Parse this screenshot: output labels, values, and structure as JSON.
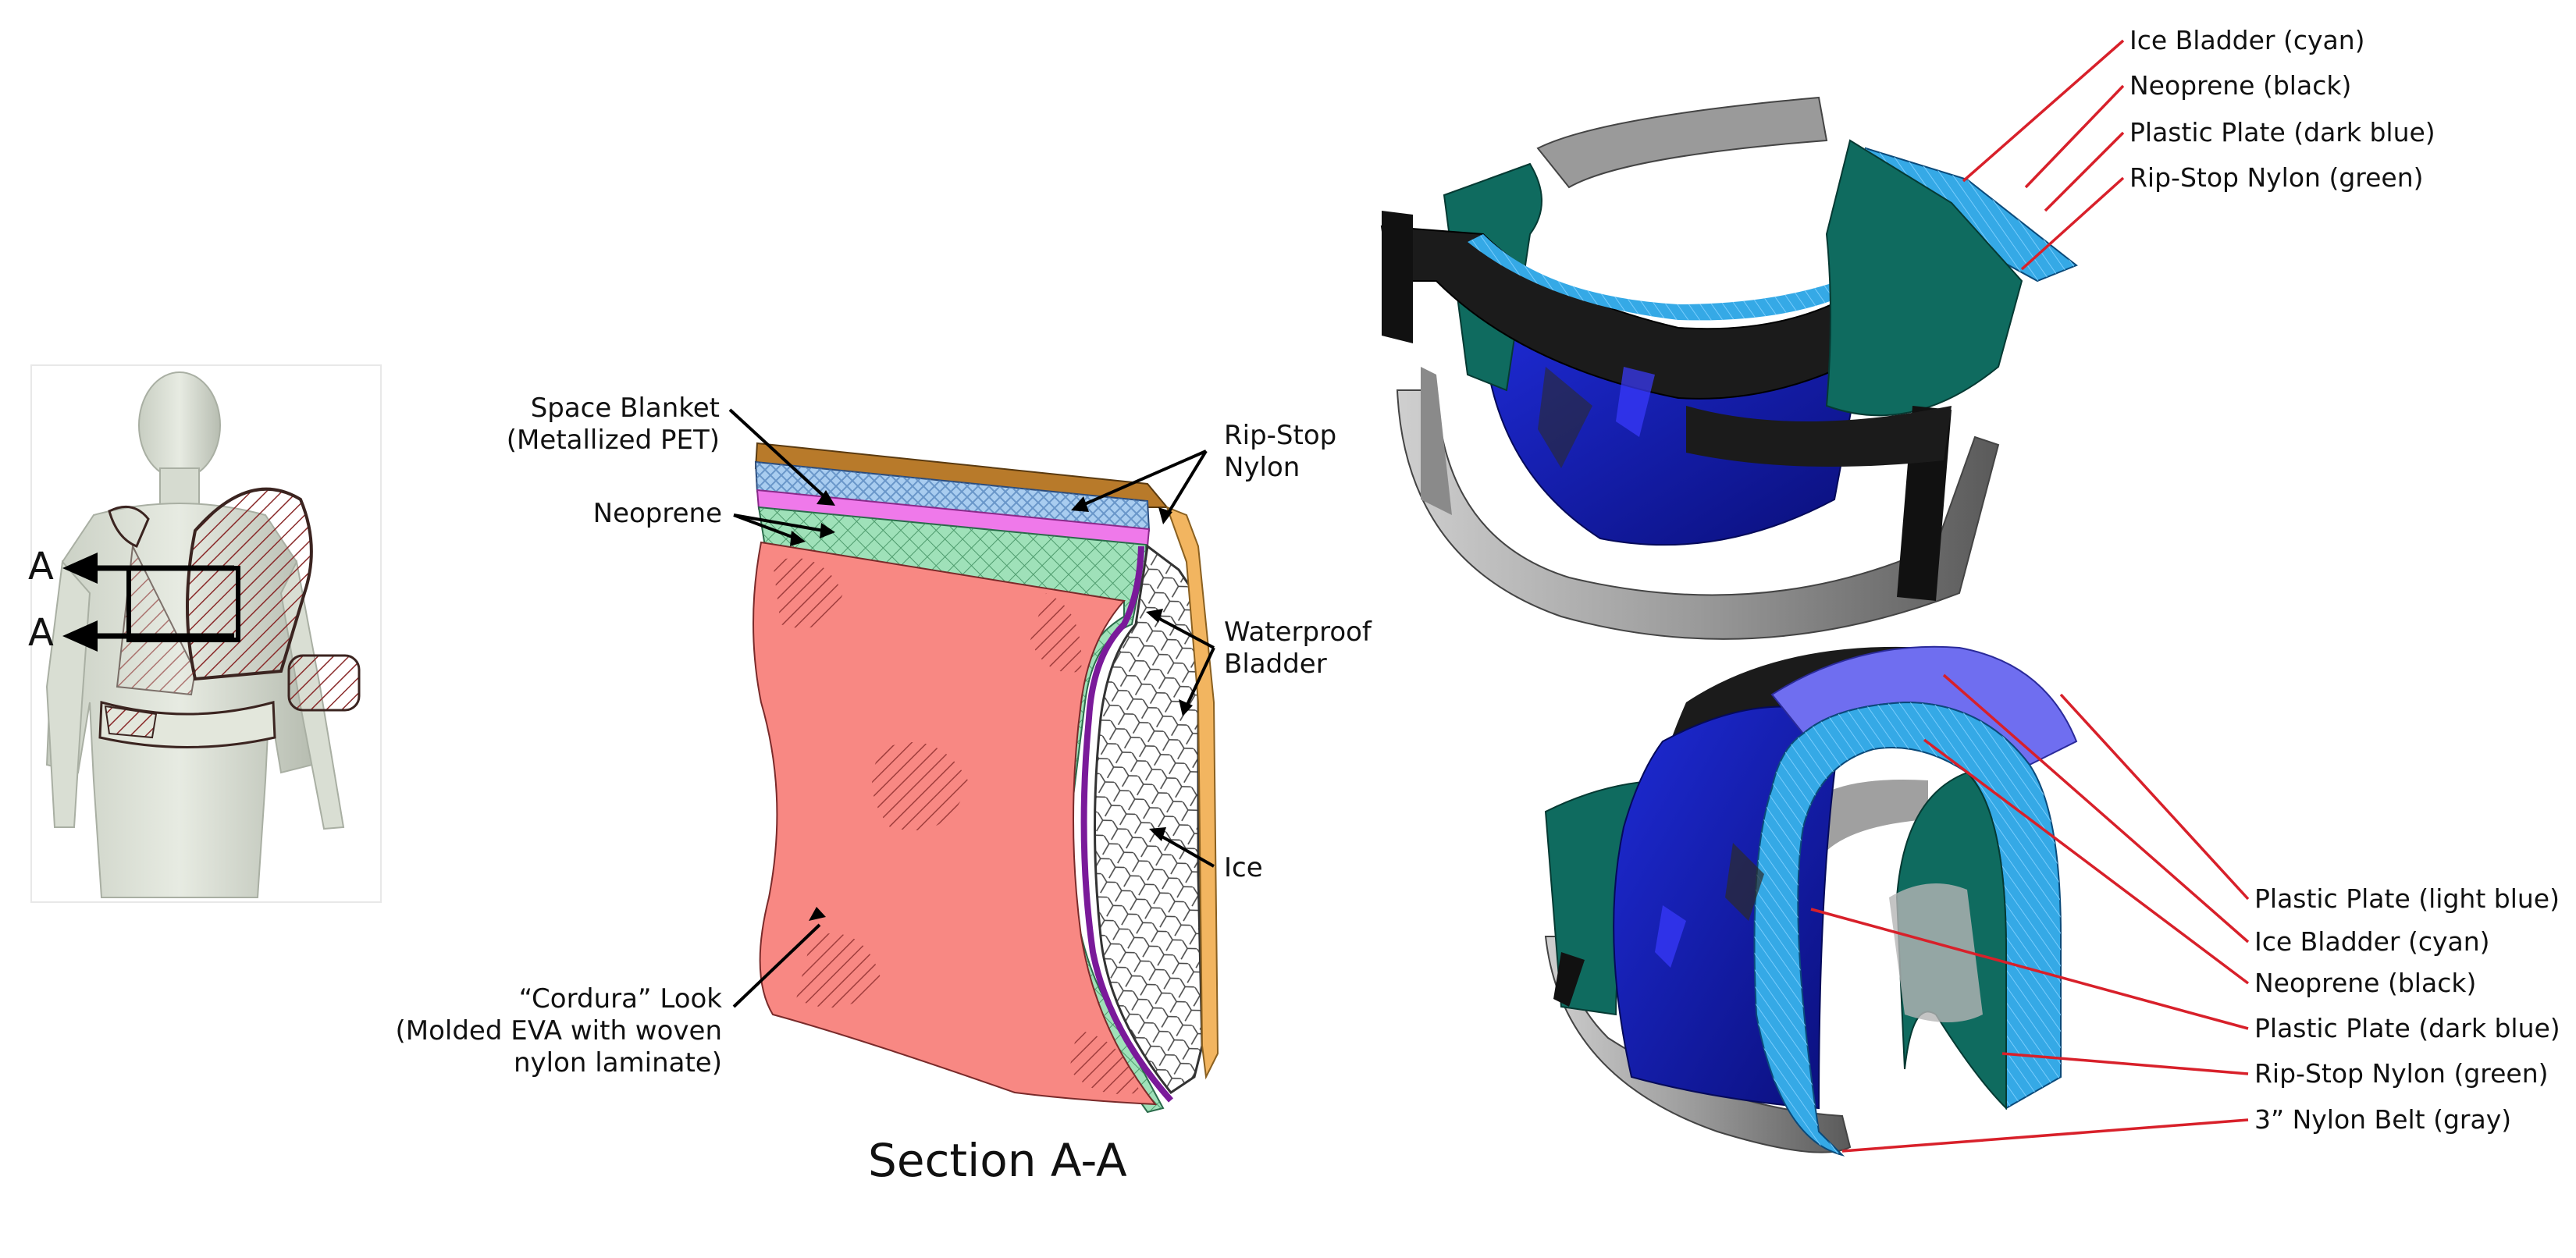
{
  "figure": {
    "section_marker": "A",
    "section_title": "Section A-A"
  },
  "section_labels": {
    "space_blanket": [
      "Space Blanket",
      "(Metallized PET)"
    ],
    "neoprene": "Neoprene",
    "cordura": [
      "“Cordura” Look",
      "(Molded EVA with woven",
      "nylon laminate)"
    ],
    "rip_stop": [
      "Rip-Stop",
      "Nylon"
    ],
    "waterproof": [
      "Waterproof",
      "Bladder"
    ],
    "ice": "Ice"
  },
  "top_callouts": [
    "Ice Bladder (cyan)",
    "Neoprene (black)",
    "Plastic Plate (dark blue)",
    "Rip-Stop Nylon (green)"
  ],
  "bottom_callouts": [
    "Plastic Plate (light blue)",
    "Ice Bladder (cyan)",
    "Neoprene (black)",
    "Plastic Plate (dark blue)",
    "Rip-Stop Nylon (green)",
    "3” Nylon Belt (gray)"
  ],
  "colors": {
    "callout_line": "#d8202a",
    "cyan_bladder": "#35a9e6",
    "dark_blue_plate": "#1a23b8",
    "light_blue_plate": "#6f6ef0",
    "green_nylon": "#0f6b5f",
    "black_neoprene": "#1b1b1b",
    "gray_belt": "#9b9b9b",
    "eva_salmon": "#f88883",
    "space_blanket_blue": "#a9cdf0",
    "space_blanket_brown": "#b87a2a",
    "neoprene_magenta": "#ef79ea",
    "ripstop_green": "#9fe1b9"
  }
}
